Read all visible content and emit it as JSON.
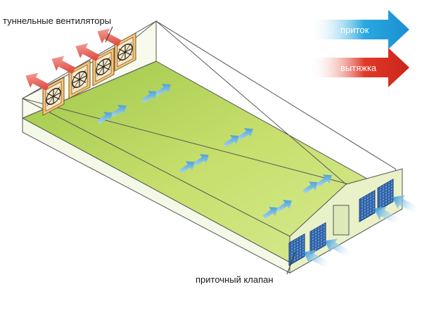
{
  "labels": {
    "tunnel_fans": "туннельные вентиляторы",
    "inlet_valve": "приточный клапан"
  },
  "legend": {
    "supply": {
      "text": "приток",
      "color": "#29a8e0"
    },
    "exhaust": {
      "text": "вытяжка",
      "color": "#e0392a"
    }
  },
  "colors": {
    "floor": "#b7d65a",
    "wall": "#f1f6df",
    "outline": "#555555",
    "fan_frame": "#f3c37a",
    "inlet_grille": "#2f63a8",
    "airflow": "#4aa6dc",
    "exhaust_arrow": "#d9302a"
  },
  "icons": {
    "fan": "tunnel-fan-icon",
    "inlet": "inlet-grille-icon",
    "airflow": "airflow-arrow-icon",
    "exhaust": "exhaust-arrow-icon"
  }
}
